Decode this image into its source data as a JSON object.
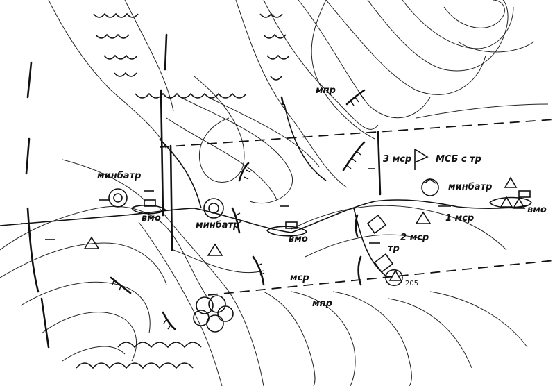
{
  "labels": {
    "minbatr_1": "минбатр",
    "minbatr_2": "минбатр",
    "minbatr_3": "минбатр",
    "mpr_top": "мпр",
    "mpr_bottom": "мпр",
    "msr_3": "3 мср",
    "msb_str": "МСБ с тр",
    "msr_1": "1 мср",
    "msr_2": "2 мср",
    "tr": "тр",
    "msr_bottom": "мср",
    "vmo_1": "вмо",
    "vmo_2": "вмо",
    "vmo_3": "вмо",
    "height_205": "205"
  },
  "colors": {
    "ink": "#111111",
    "paper": "#ffffff"
  }
}
